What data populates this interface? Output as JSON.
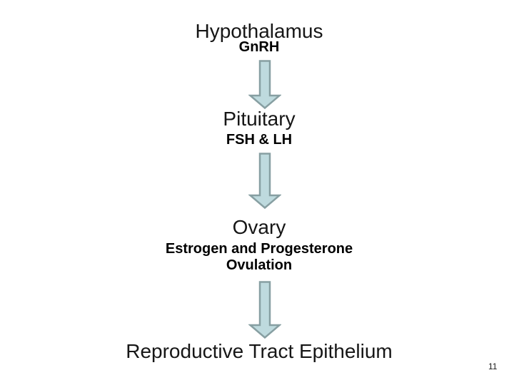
{
  "slide": {
    "background_color": "#ffffff",
    "page_number": "11",
    "arrow": {
      "direction": "down",
      "fill": "#bedade",
      "stroke": "#879fa2"
    },
    "flow": [
      {
        "title": "Hypothalamus",
        "labels": [
          "GnRH"
        ]
      },
      {
        "title": "Pituitary",
        "labels": [
          "FSH & LH"
        ]
      },
      {
        "title": "Ovary",
        "labels": [
          "Estrogen and Progesterone",
          "Ovulation"
        ]
      },
      {
        "title": "Reproductive Tract Epithelium",
        "labels": []
      }
    ]
  }
}
